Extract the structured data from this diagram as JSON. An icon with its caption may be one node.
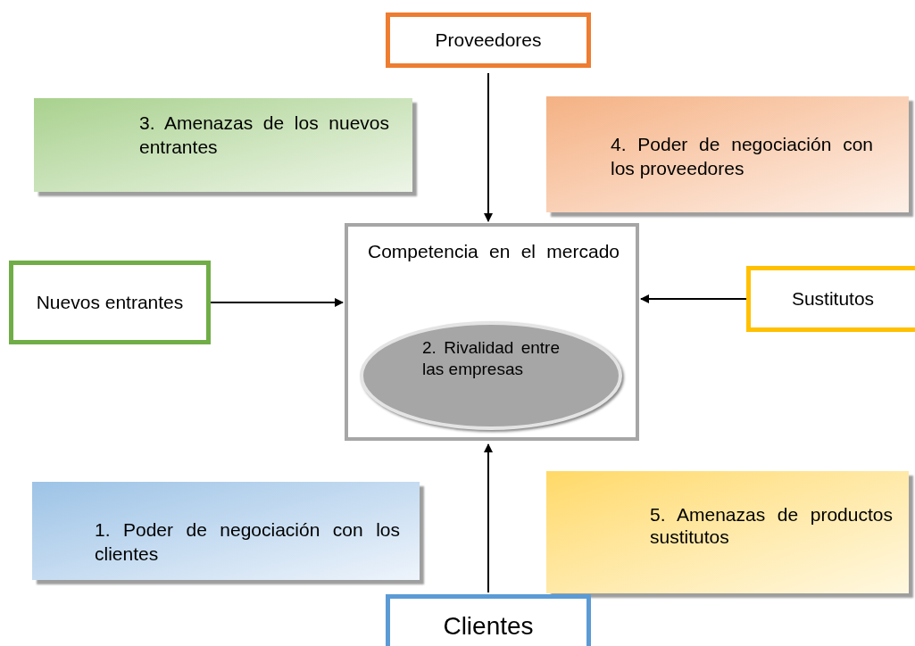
{
  "diagram": {
    "nodes": [
      {
        "text": [
          "Proveedores"
        ]
      },
      {
        "text": [
          "3. Amenazas de los nuevos entrantes"
        ]
      },
      {
        "text": [
          "4. Poder de negociación con los proveedores"
        ]
      },
      {
        "text": [
          "Competencia en el mercado"
        ]
      },
      {
        "text": [
          "2. Rivalidad entre las empresas"
        ],
        "in": 3
      },
      {
        "text": [
          "Nuevos entrantes"
        ]
      },
      {
        "text": [
          "Sustitutos"
        ]
      },
      {
        "text": [
          "1. Poder de negociación con los clientes"
        ]
      },
      {
        "text": [
          "5. Amenazas de productos sustitutos"
        ]
      },
      {
        "text": [
          "Clientes"
        ]
      }
    ],
    "edges": [
      {
        "from": 0,
        "to": 3,
        "arrow": "to"
      },
      {
        "from": 5,
        "to": 3,
        "arrow": "to"
      },
      {
        "from": 6,
        "to": 3,
        "arrow": "to"
      },
      {
        "from": 9,
        "to": 3,
        "arrow": "to"
      }
    ]
  }
}
